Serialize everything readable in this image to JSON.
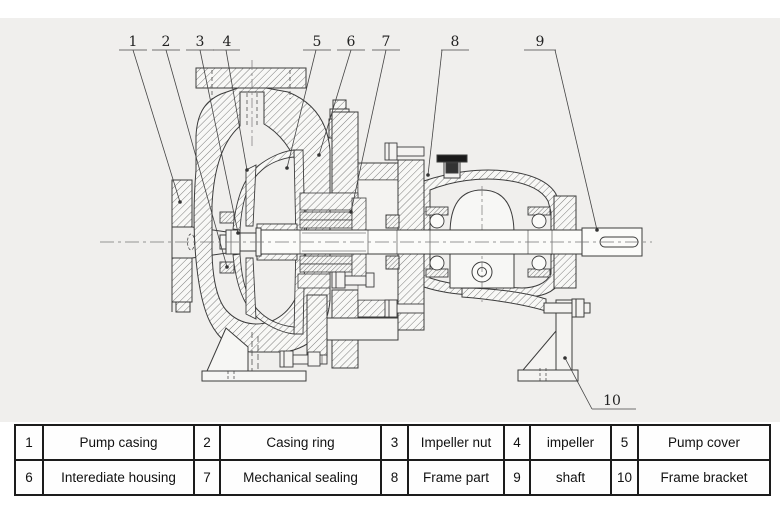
{
  "colors": {
    "diagram_background": "#f0efed",
    "line": "#3c3c3c",
    "hatch_fill": "#f8f8f6",
    "table_border": "#1c1c1c",
    "cap_black": "#1a1a1a"
  },
  "callouts": [
    {
      "number": "1",
      "label": "Pump casing"
    },
    {
      "number": "2",
      "label": "Casing ring"
    },
    {
      "number": "3",
      "label": "Impeller nut"
    },
    {
      "number": "4",
      "label": "impeller"
    },
    {
      "number": "5",
      "label": "Pump cover"
    },
    {
      "number": "6",
      "label": "Interediate housing"
    },
    {
      "number": "7",
      "label": "Mechanical sealing"
    },
    {
      "number": "8",
      "label": "Frame part"
    },
    {
      "number": "9",
      "label": "shaft"
    },
    {
      "number": "10",
      "label": "Frame bracket"
    }
  ],
  "parts_table": {
    "rows": [
      {
        "cells": [
          {
            "no": "1",
            "label": "Pump casing"
          },
          {
            "no": "2",
            "label": "Casing ring"
          },
          {
            "no": "3",
            "label": "Impeller nut"
          },
          {
            "no": "4",
            "label": "impeller"
          },
          {
            "no": "5",
            "label": "Pump cover"
          }
        ]
      },
      {
        "cells": [
          {
            "no": "6",
            "label": "Interediate housing"
          },
          {
            "no": "7",
            "label": "Mechanical sealing"
          },
          {
            "no": "8",
            "label": "Frame part"
          },
          {
            "no": "9",
            "label": "shaft"
          },
          {
            "no": "10",
            "label": "Frame bracket"
          }
        ]
      }
    ]
  }
}
